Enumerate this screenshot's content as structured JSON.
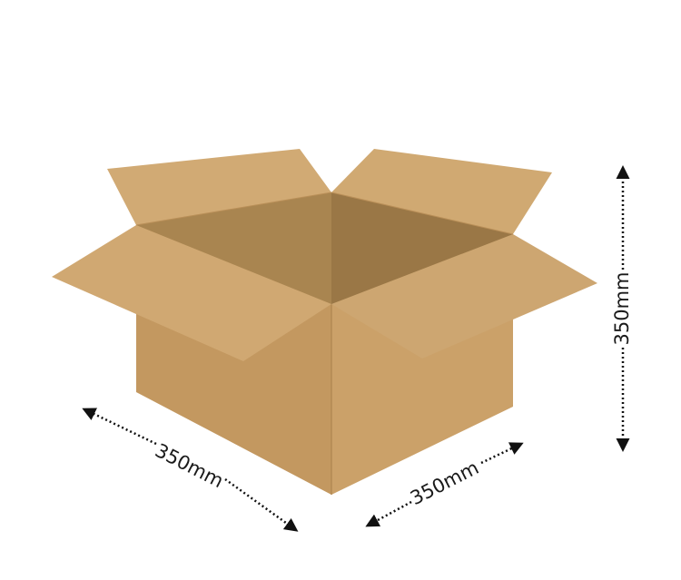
{
  "dimensions": {
    "length": "350mm",
    "width": "350mm",
    "height": "350mm"
  },
  "colors": {
    "background": "#ffffff",
    "box_front_left": "#c49a61",
    "box_front_right": "#caa067",
    "flap_light": "#d2ac76",
    "flap_mid": "#cfa873",
    "interior_back_left": "#a98550",
    "interior_back_right": "#9d7a47",
    "interior_floor": "#a07d4b",
    "edge": "#b58d57",
    "dimension_line": "#111111"
  }
}
